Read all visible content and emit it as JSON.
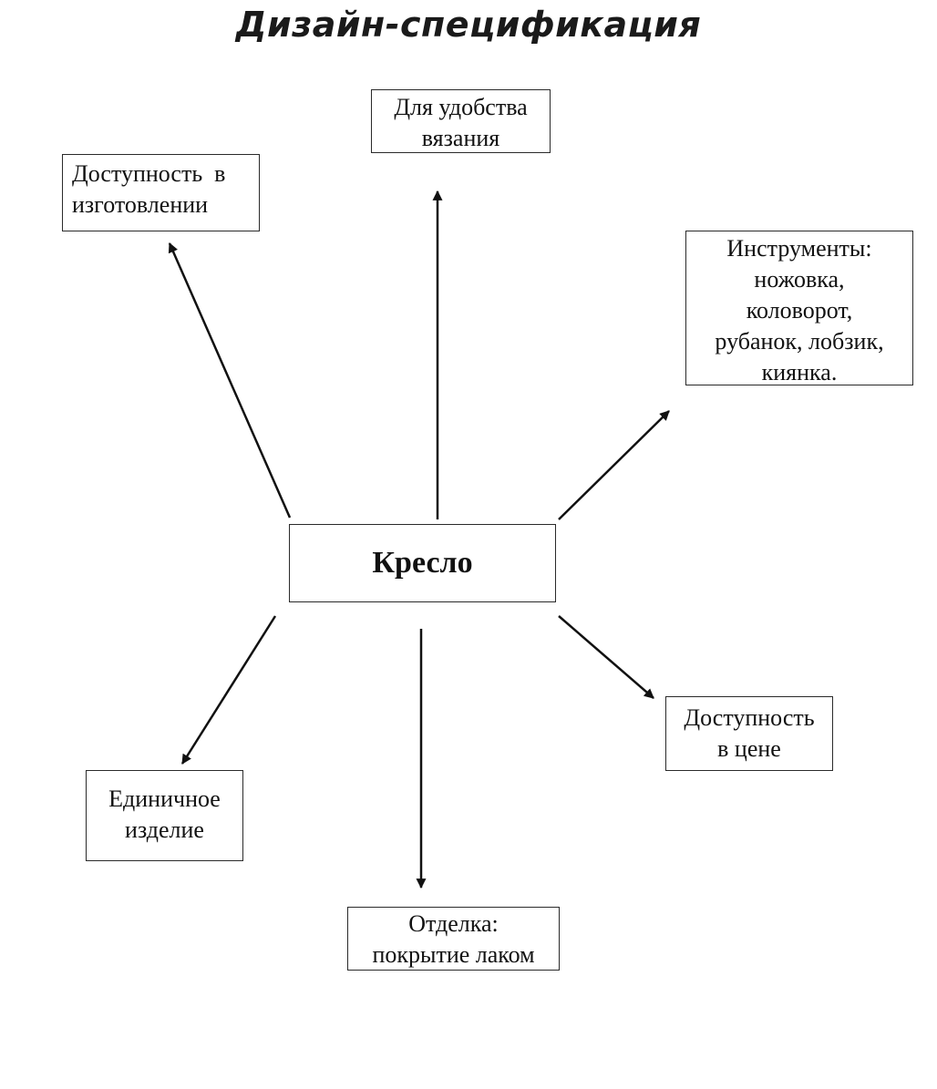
{
  "title": "Дизайн-спецификация",
  "center": {
    "label": "Кресло"
  },
  "nodes": {
    "knitting": "Для удобства\nвязания",
    "manufacture": "Доступность  в\nизготовлении",
    "tools": "Инструменты:\nножовка,\nколоворот,\nрубанок, лобзик,\nкиянка.",
    "price": "Доступность\nв цене",
    "single": "Единичное\nизделие",
    "finish": "Отделка:\nпокрытие лаком"
  },
  "edges": [
    {
      "from": "center",
      "to": "knitting"
    },
    {
      "from": "center",
      "to": "manufacture"
    },
    {
      "from": "center",
      "to": "tools"
    },
    {
      "from": "center",
      "to": "price"
    },
    {
      "from": "center",
      "to": "single"
    },
    {
      "from": "center",
      "to": "finish"
    }
  ]
}
